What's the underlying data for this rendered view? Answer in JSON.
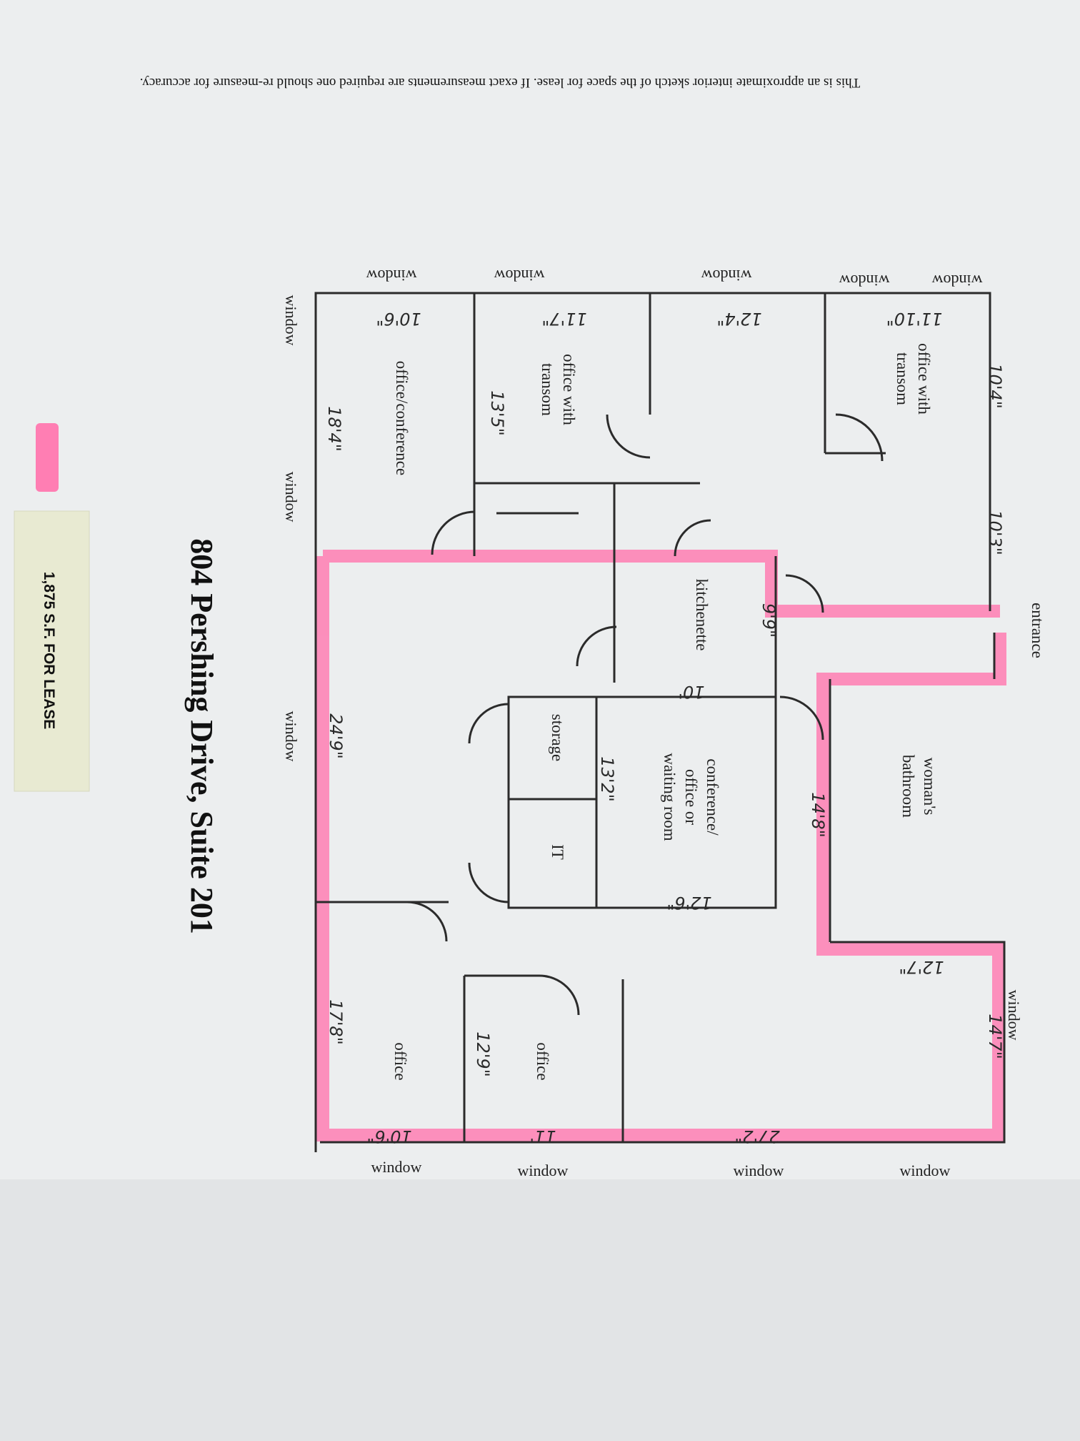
{
  "disclaimer": "This is an approximate interior sketch of the space for lease. If exact measurements are required one should re-measure for accuracy.",
  "title": "804 Pershing Drive, Suite 201",
  "lease_label": "1,875 S.F. FOR LEASE",
  "colors": {
    "highlight": "#ff7eb3",
    "ink": "#2b2b2b",
    "sticker": "#e8ead2"
  },
  "rooms": {
    "office_transom_1": [
      "office with",
      "transom"
    ],
    "office_transom_2": [
      "office with",
      "transom"
    ],
    "office_conference": "office/conference",
    "kitchenette": "kitchenette",
    "conference": [
      "conference/",
      "office or",
      "waiting room"
    ],
    "bathroom": [
      "woman's",
      "bathroom"
    ],
    "storage": "storage",
    "it": "IT",
    "office_a": "office",
    "office_b": "office",
    "entrance": "entrance"
  },
  "windows": {
    "top1": "window",
    "top2": "window",
    "top3": "window",
    "top4": "window",
    "left1": "window",
    "left2": "window",
    "left3": "window",
    "left4": "window",
    "bottom1": "window",
    "bottom2": "window",
    "bottom3": "window",
    "bottom4": "window"
  },
  "dimensions": {
    "d1": "10'4\"",
    "d2": "10'3\"",
    "d3": "11'10\"",
    "d4": "12'4\"",
    "d5": "11'7\"",
    "d6": "10'6\"",
    "d7": "13'5\"",
    "d8": "18'4\"",
    "d9": "9'9\"",
    "d10": "10'",
    "d11": "14'8\"",
    "d12": "13'2\"",
    "d13": "12'6\"",
    "d14": "12'7\"",
    "d15": "24'9\"",
    "d16": "14'7\"",
    "d17": "17'8\"",
    "d18": "12'9\"",
    "d19": "27'2\"",
    "d20": "11'",
    "d21": "10'6\""
  }
}
